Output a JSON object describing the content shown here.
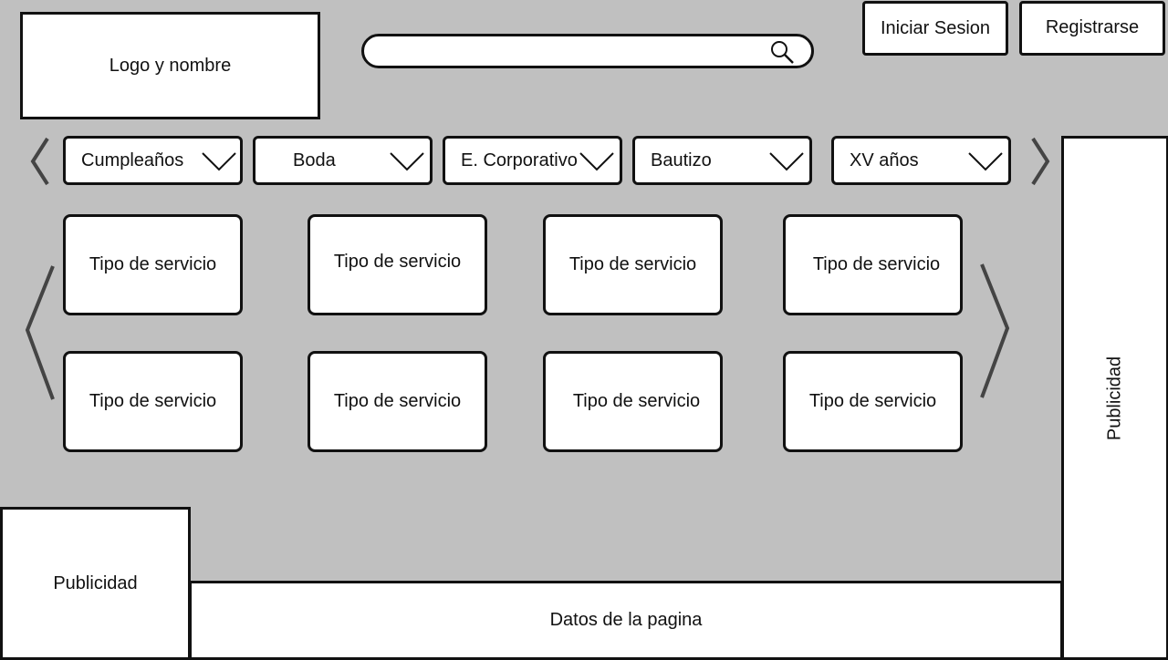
{
  "header": {
    "logo_text": "Logo y nombre",
    "search": {
      "value": "",
      "placeholder": "",
      "icon": "search-icon"
    },
    "login_label": "Iniciar Sesion",
    "register_label": "Registrarse"
  },
  "categories": [
    {
      "label": "Cumpleaños"
    },
    {
      "label": "Boda"
    },
    {
      "label": "E. Corporativo"
    },
    {
      "label": "Bautizo"
    },
    {
      "label": "XV años"
    }
  ],
  "services": {
    "row1": [
      "Tipo de servicio",
      "Tipo de servicio",
      "Tipo de servicio",
      "Tipo de servicio"
    ],
    "row2": [
      "Tipo de servicio",
      "Tipo de servicio",
      "Tipo de servicio",
      "Tipo de servicio"
    ]
  },
  "ads": {
    "right": "Publicidad",
    "left": "Publicidad"
  },
  "footer": {
    "text": "Datos de la pagina"
  },
  "colors": {
    "background": "#c0c0c0",
    "surface": "#ffffff",
    "border": "#111111",
    "arrow": "#444444"
  }
}
